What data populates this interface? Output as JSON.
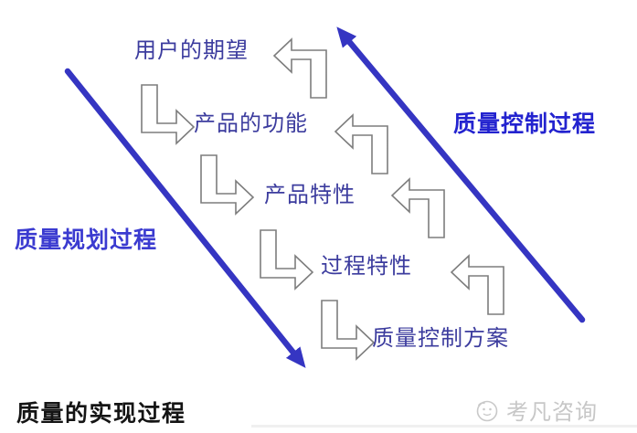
{
  "diagram": {
    "title": "质量的实现过程",
    "planning_process_label": "质量规划过程",
    "control_process_label": "质量控制过程",
    "steps": [
      {
        "id": "user-expectation",
        "label": "用户的期望"
      },
      {
        "id": "product-function",
        "label": "产品的功能"
      },
      {
        "id": "product-characteristics",
        "label": "产品特性"
      },
      {
        "id": "process-characteristics",
        "label": "过程特性"
      },
      {
        "id": "quality-control-plan",
        "label": "质量控制方案"
      }
    ],
    "connector_icons": {
      "forward": "elbow-arrow-down-right-icon",
      "backward": "elbow-arrow-up-left-icon"
    },
    "colors": {
      "step_text": "#3c3c9e",
      "planning_text": "#3b3bd0",
      "control_text": "#2323cf",
      "big_arrow": "#3535c2",
      "connector_outline": "#7d7d7d",
      "title_text": "#141414",
      "watermark": "#c7c7c7"
    }
  },
  "watermark": {
    "brand": "考凡咨询"
  }
}
